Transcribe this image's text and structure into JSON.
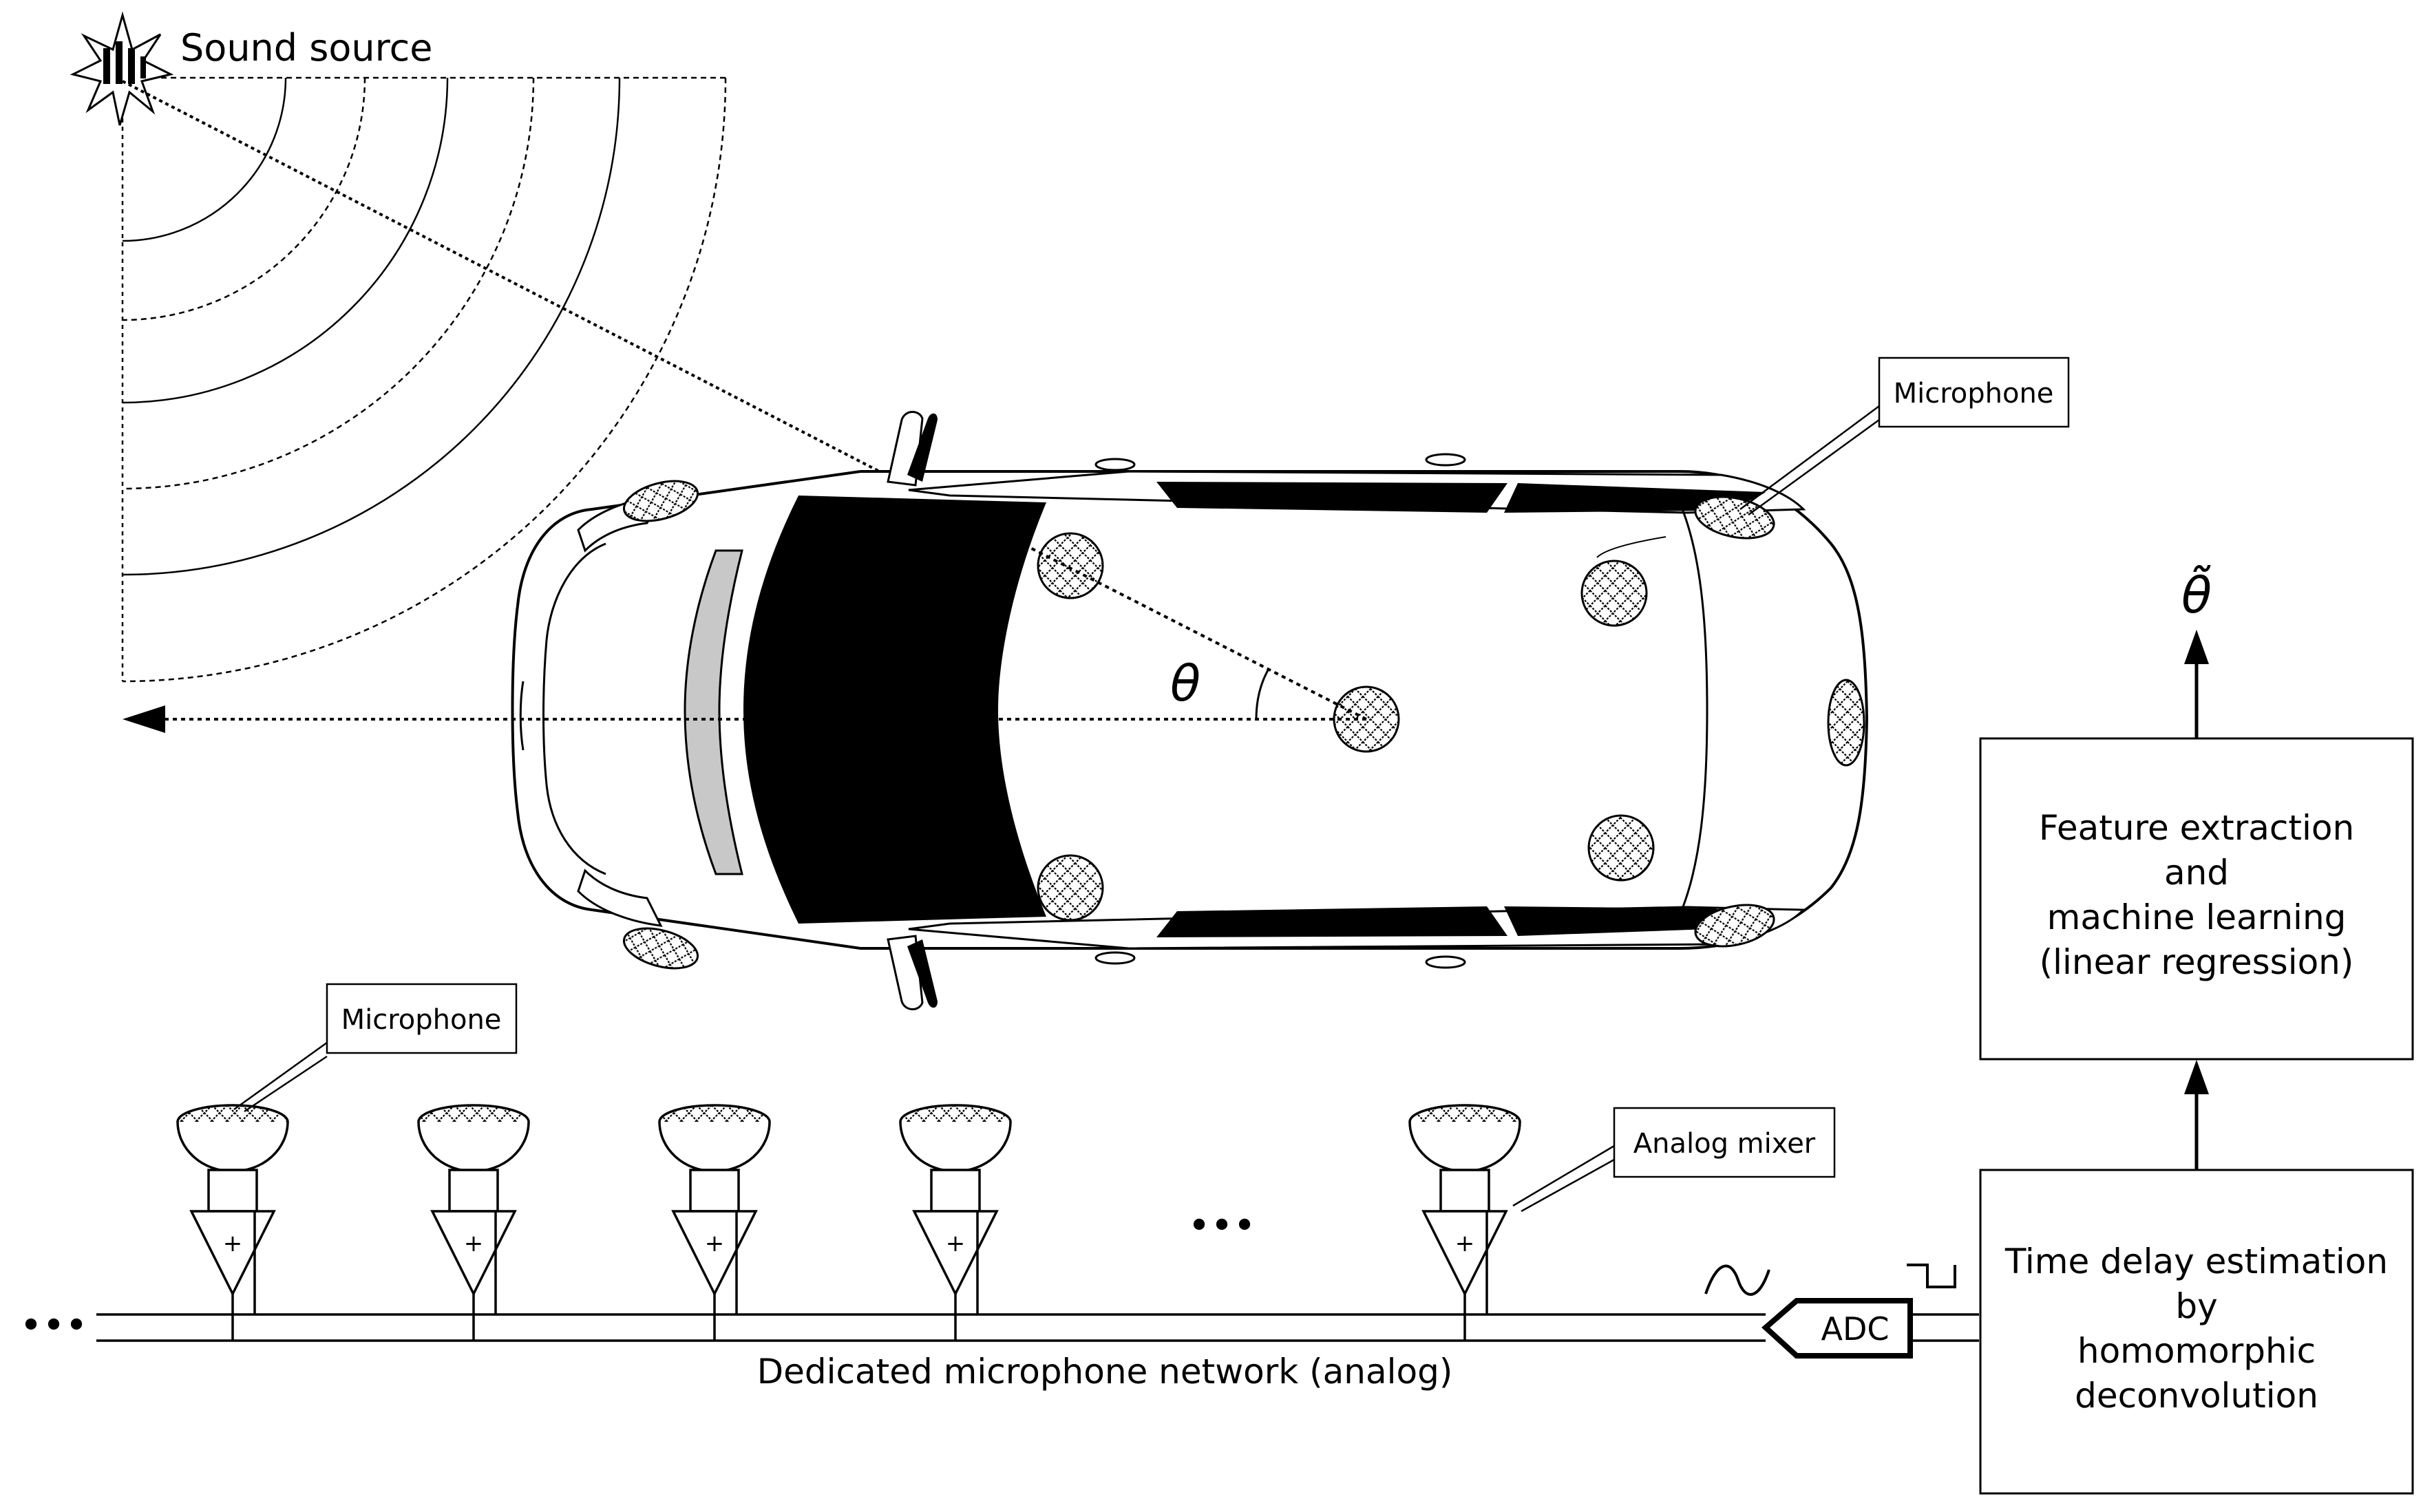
{
  "labels": {
    "sound_source": "Sound source",
    "microphone_top": "Microphone",
    "microphone_bottom": "Microphone",
    "analog_mixer": "Analog mixer",
    "theta": "θ",
    "theta_estimate": "θ̃",
    "ellipsis_middle": "•••",
    "ellipsis_left": "•••",
    "adc": "ADC",
    "network": "Dedicated microphone network (analog)",
    "mixer_sign": "+"
  },
  "blocks": {
    "feature_extraction": [
      "Feature extraction",
      "and",
      "machine learning",
      "(linear regression)"
    ],
    "time_delay": [
      "Time delay estimation",
      "by",
      "homomorphic",
      "deconvolution"
    ]
  },
  "colors": {
    "line": "#000000",
    "windshield": "#000000",
    "mirror_strip": "#c8c8c8",
    "background": "#ffffff"
  }
}
